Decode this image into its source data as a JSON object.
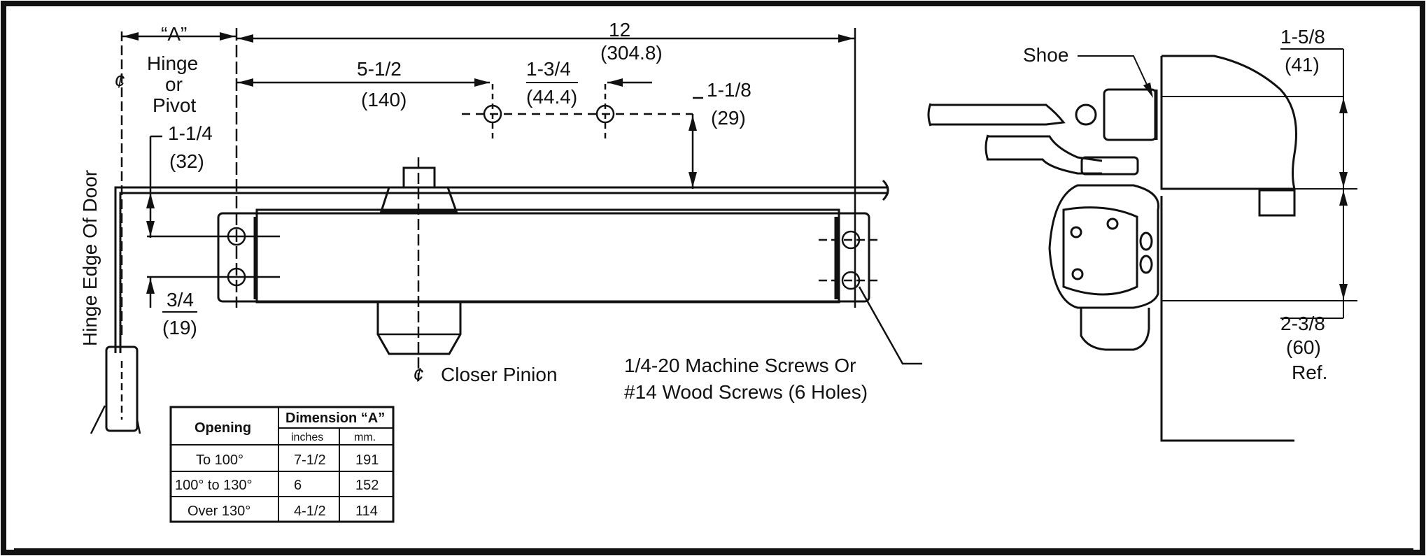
{
  "dimensions": {
    "a_label": "“A”",
    "hinge_or_pivot": [
      "Hinge",
      "or",
      "Pivot"
    ],
    "centerline_symbol": "¢",
    "overall": "12",
    "overall_mm": "(304.8)",
    "d_5_1_2": "5-1/2",
    "d_5_1_2_mm": "(140)",
    "d_1_3_4": "1-3/4",
    "d_1_3_4_mm": "(44.4)",
    "d_1_1_8": "1-1/8",
    "d_1_1_8_mm": "(29)",
    "d_1_1_4": "1-1/4",
    "d_1_1_4_mm": "(32)",
    "d_3_4": "3/4",
    "d_3_4_mm": "(19)",
    "hinge_edge": "Hinge Edge Of Door",
    "closer_pinion": "Closer Pinion",
    "screws_line1": "1/4-20 Machine Screws Or",
    "screws_line2": "#14 Wood Screws (6 Holes)"
  },
  "side_view": {
    "shoe": "Shoe",
    "d_1_5_8": "1-5/8",
    "d_1_5_8_mm": "(41)",
    "d_2_3_8": "2-3/8",
    "d_2_3_8_mm": "(60)",
    "ref": "Ref."
  },
  "table": {
    "col_opening": "Opening",
    "col_dimension": "Dimension “A”",
    "sub_inches": "inches",
    "sub_mm": "mm.",
    "rows": [
      {
        "opening": "To 100°",
        "inches": "7-1/2",
        "mm": "191"
      },
      {
        "opening": "100° to 130°",
        "inches": "6",
        "mm": "152"
      },
      {
        "opening": "Over 130°",
        "inches": "4-1/2",
        "mm": "114"
      }
    ]
  }
}
